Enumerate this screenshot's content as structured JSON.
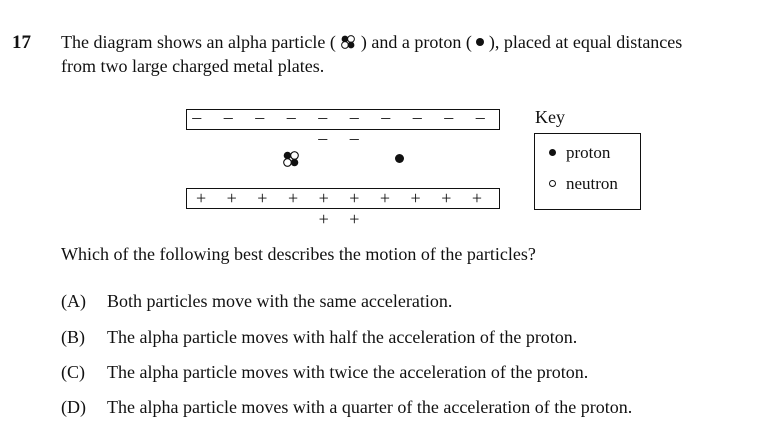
{
  "question": {
    "number": "17",
    "line1_a": "The diagram shows an alpha particle (",
    "line1_b": ") and a proton (",
    "line1_c": "), placed at equal distances",
    "line2": "from two large charged metal plates."
  },
  "diagram": {
    "top_plate_charges": "– – – – – – – – – – – –",
    "bottom_plate_charges": "+ + + + + + + + + + + +"
  },
  "key": {
    "title": "Key",
    "proton_label": "proton",
    "neutron_label": "neutron"
  },
  "prompt": "Which of the following best describes the motion of the particles?",
  "options": [
    {
      "label": "(A)",
      "text": "Both particles move with the same acceleration."
    },
    {
      "label": "(B)",
      "text": "The alpha particle moves with half the acceleration of the proton."
    },
    {
      "label": "(C)",
      "text": "The alpha particle moves with twice the acceleration of the proton."
    },
    {
      "label": "(D)",
      "text": "The alpha particle moves with a quarter of the acceleration of the proton."
    }
  ]
}
